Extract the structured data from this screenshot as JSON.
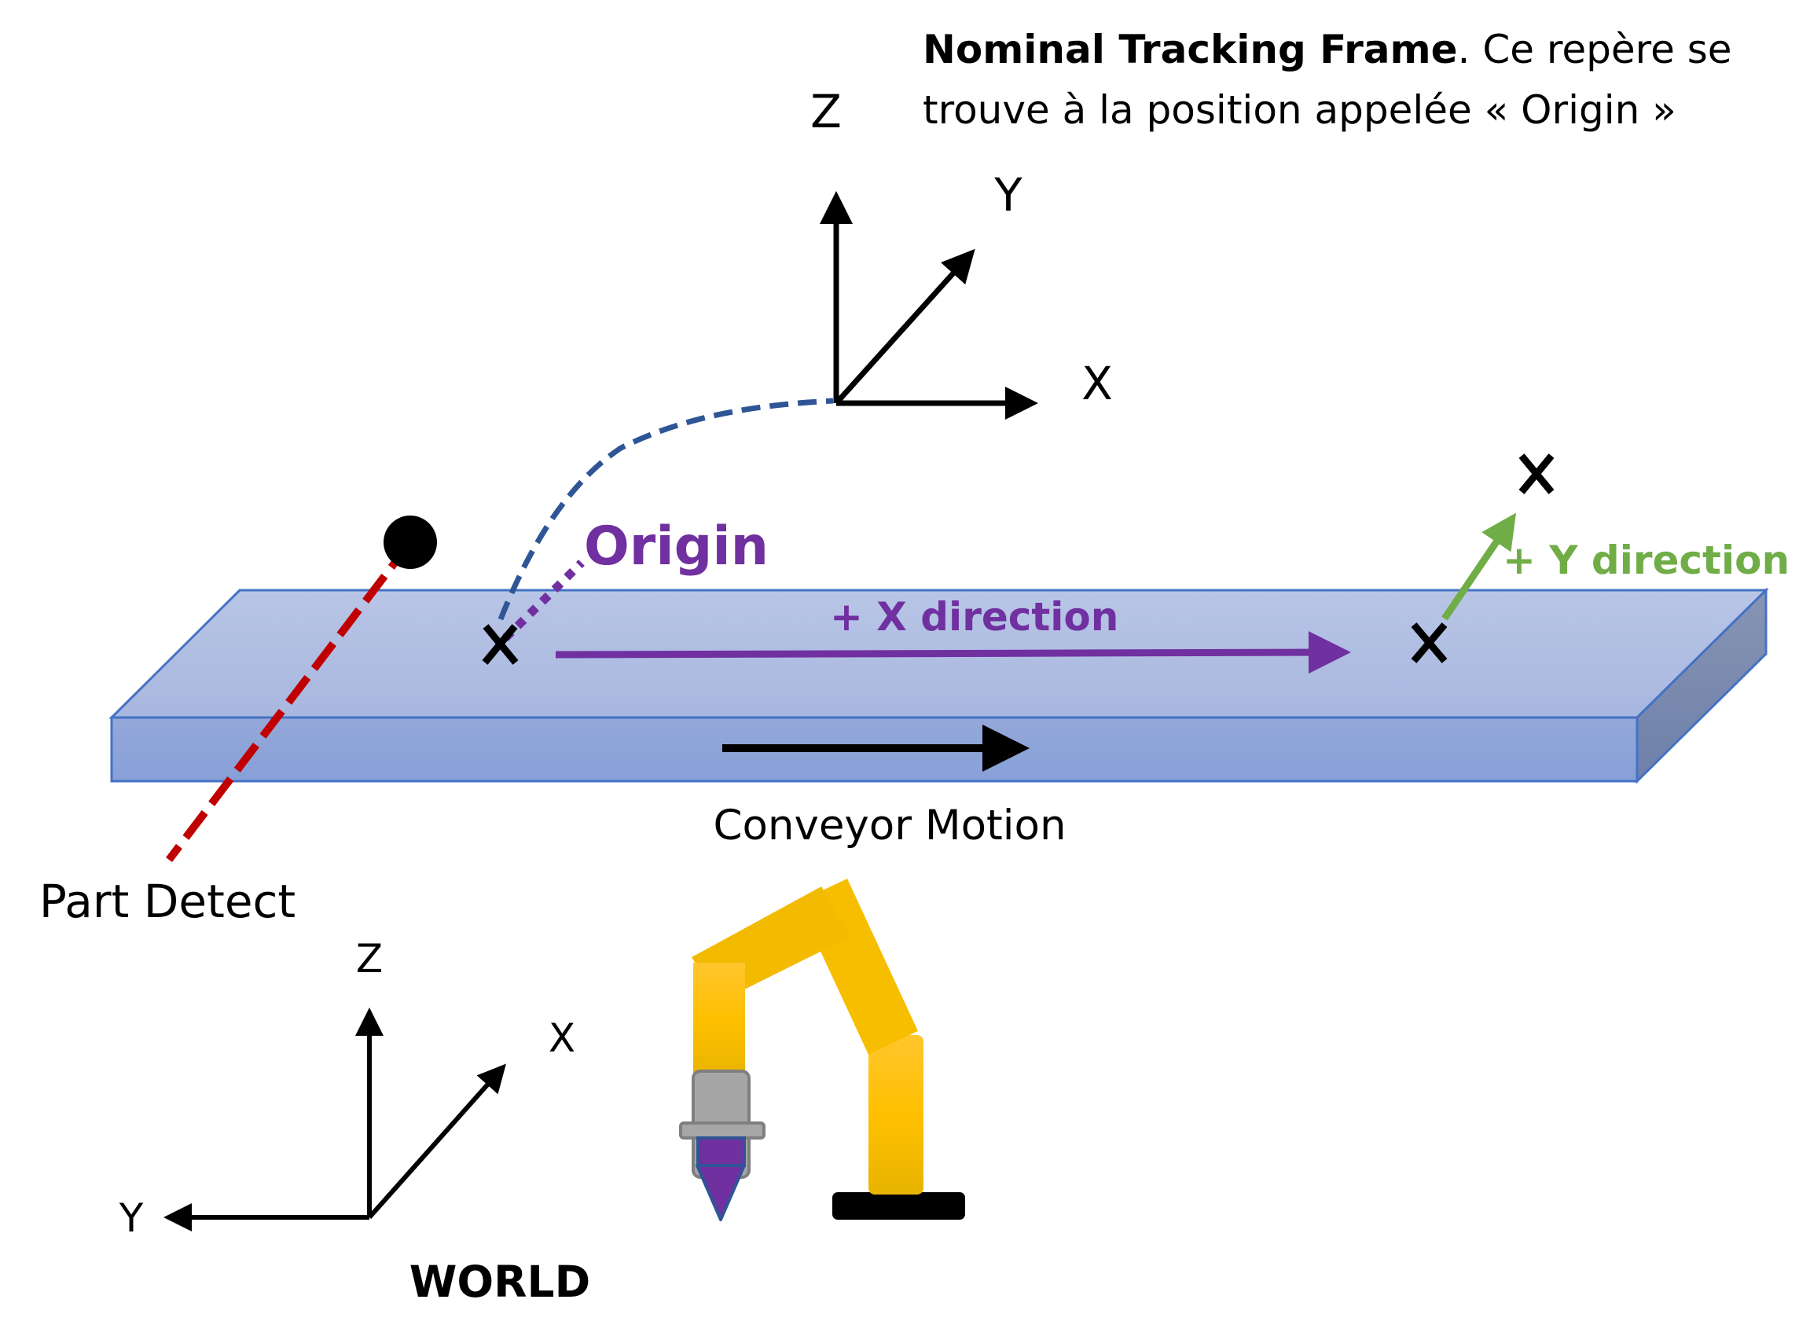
{
  "title": {
    "bold": "Nominal Tracking Frame",
    "line1_rest": ". Ce repère se",
    "line2": "trouve à la position appelée « Origin »"
  },
  "tracking_frame": {
    "axis_z": "Z",
    "axis_y": "Y",
    "axis_x": "X"
  },
  "world_frame": {
    "axis_z": "Z",
    "axis_y": "Y",
    "axis_x": "X",
    "label": "WORLD"
  },
  "labels": {
    "origin": "Origin",
    "x_direction": "+ X direction",
    "y_direction": "+ Y direction",
    "conveyor_motion": "Conveyor Motion",
    "part_detect": "Part Detect"
  },
  "colors": {
    "conveyor_border": "#4472c4",
    "purple": "#7030a0",
    "green": "#70ad47",
    "red": "#c00000",
    "dashed_blue": "#2f5597",
    "robot_yellow": "#ffc000",
    "gripper_gray": "#a6a6a6"
  }
}
